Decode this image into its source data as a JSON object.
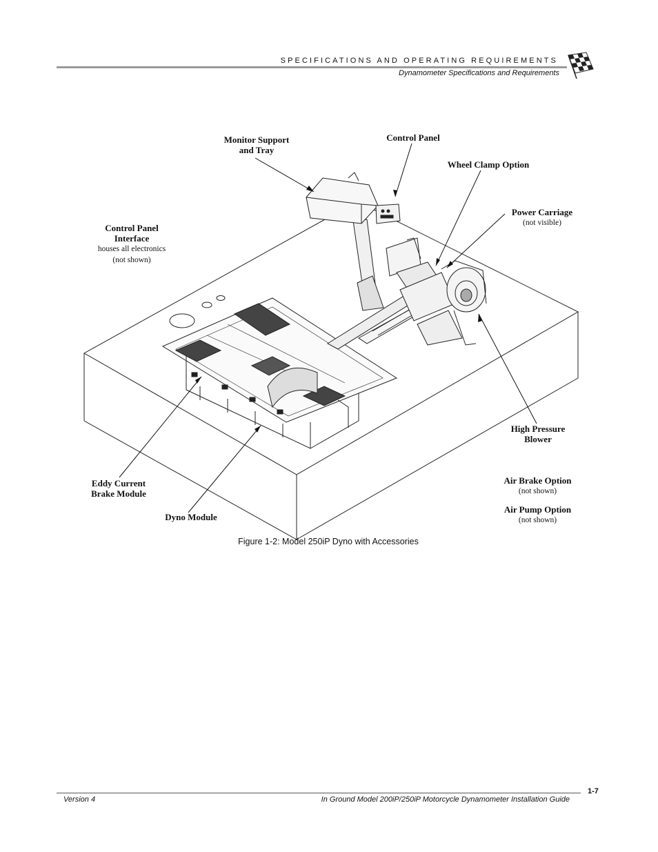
{
  "header": {
    "section_title": "SPECIFICATIONS AND OPERATING REQUIREMENTS",
    "subtitle": "Dynamometer Specifications and Requirements"
  },
  "labels": {
    "monitor_support": [
      "Monitor Support",
      "and Tray"
    ],
    "control_panel": "Control Panel",
    "wheel_clamp": "Wheel Clamp Option",
    "power_carriage": "Power Carriage",
    "power_carriage_note": "(not visible)",
    "cp_interface": [
      "Control Panel",
      "Interface"
    ],
    "cp_interface_note1": "houses all electronics",
    "cp_interface_note2": "(not shown)",
    "high_pressure": [
      "High Pressure",
      "Blower"
    ],
    "eddy_current": [
      "Eddy Current",
      "Brake Module"
    ],
    "dyno_module": "Dyno Module",
    "air_brake": "Air Brake Option",
    "air_brake_note": "(not shown)",
    "air_pump": "Air Pump Option",
    "air_pump_note": "(not shown)"
  },
  "caption": "Figure 1-2: Model 250iP Dyno with Accessories",
  "footer": {
    "version": "Version 4",
    "guide_title": "In Ground Model 200iP/250iP Motorcycle Dynamometer Installation Guide",
    "page_number": "1-7"
  },
  "icons": {
    "header_icon": "checkered-flag-icon"
  }
}
